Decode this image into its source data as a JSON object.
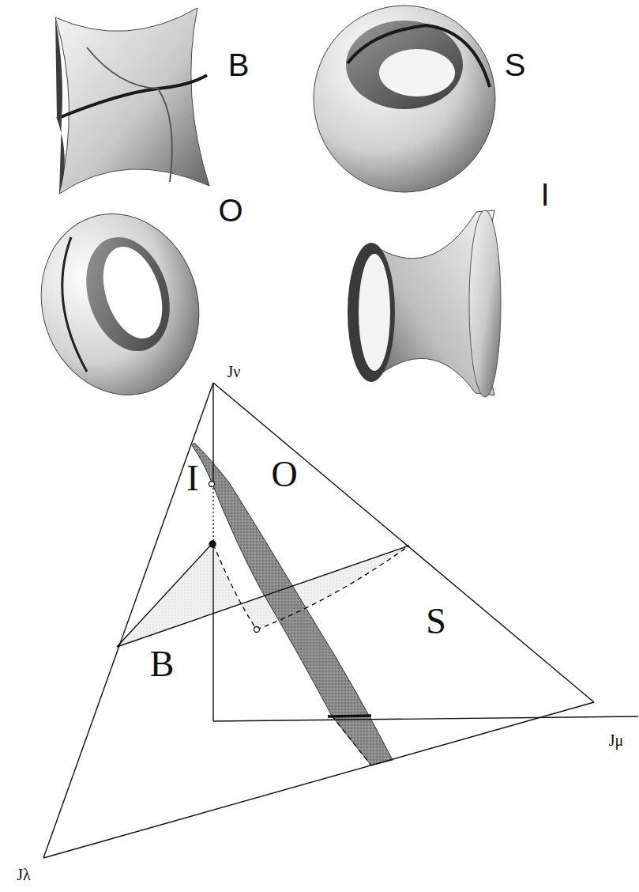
{
  "diagram": {
    "labels": [
      "B",
      "S",
      "O",
      "I",
      "Jν",
      "O",
      "I",
      "S",
      "B",
      "Jμ",
      "Jλ"
    ]
  }
}
